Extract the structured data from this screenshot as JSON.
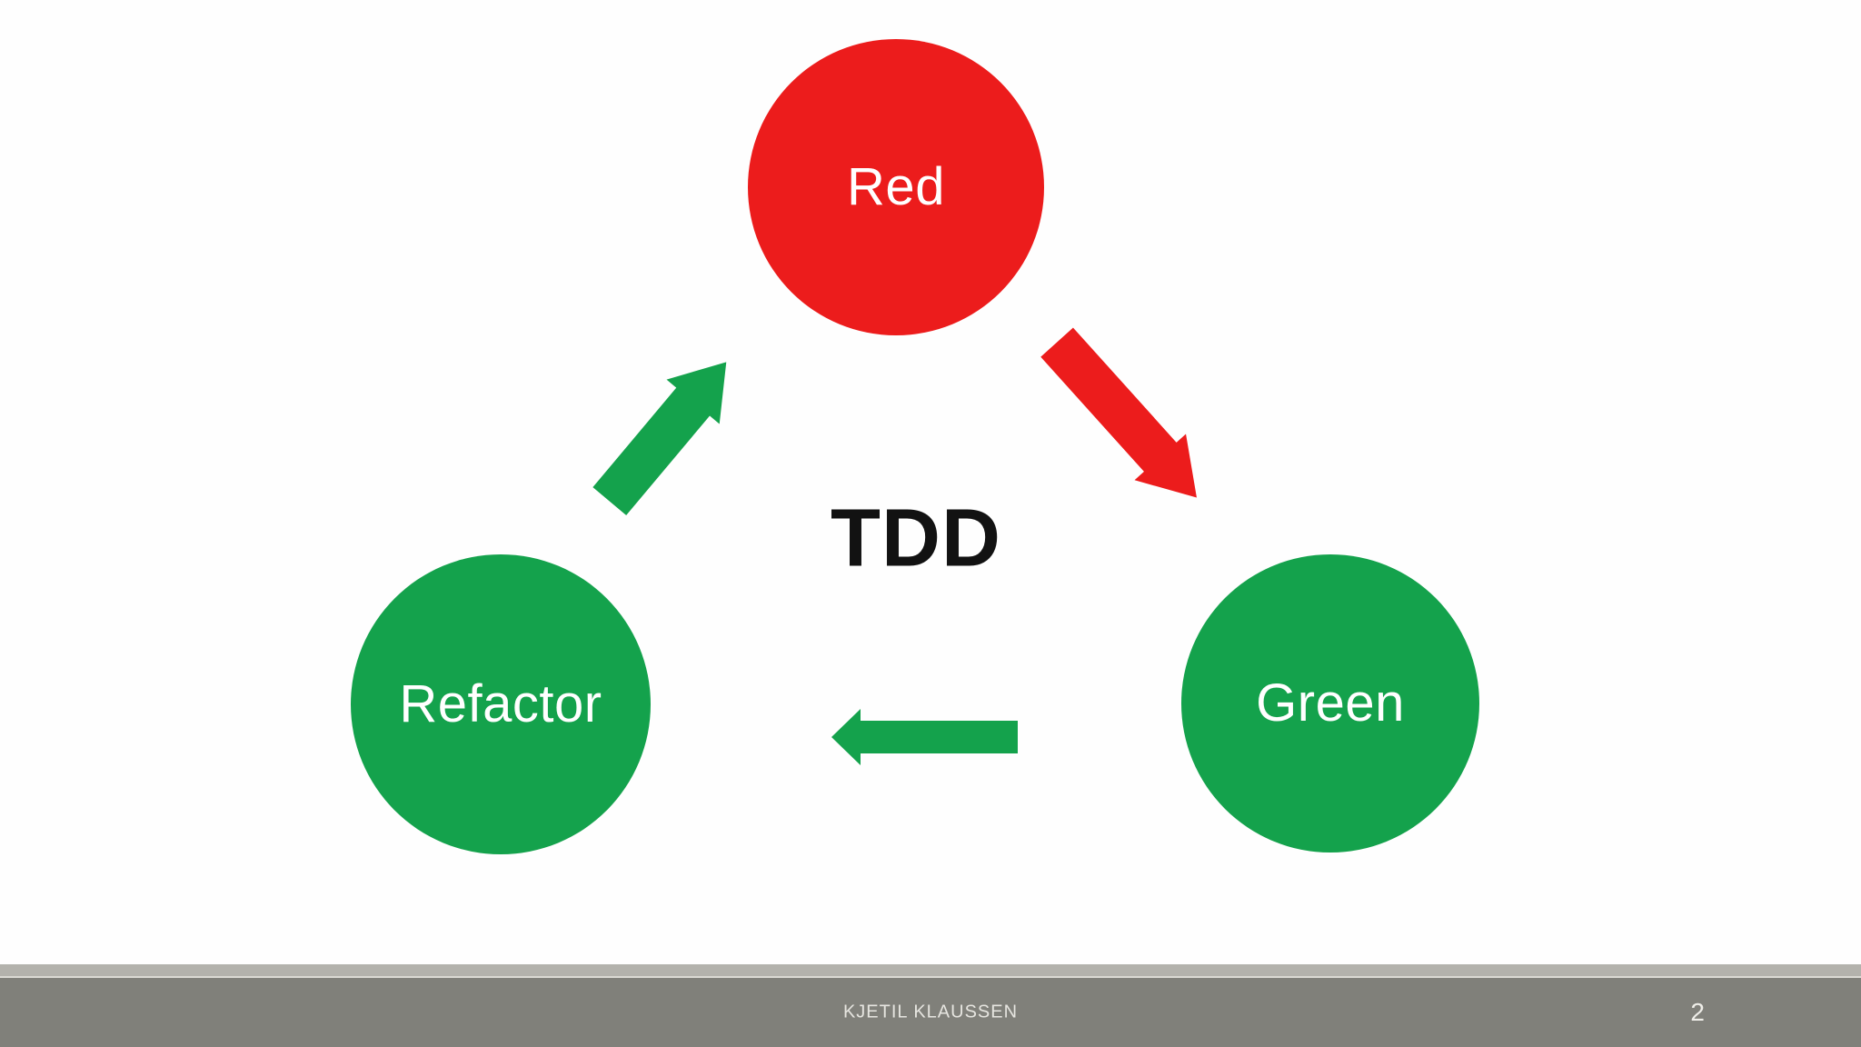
{
  "slide": {
    "background_color": "#fefefe",
    "center_title": "TDD",
    "center_title_color": "#121212",
    "nodes": [
      {
        "id": "red",
        "label": "Red",
        "color": "#ec1c1c",
        "text_color": "#ffffff"
      },
      {
        "id": "green",
        "label": "Green",
        "color": "#14a24c",
        "text_color": "#ffffff"
      },
      {
        "id": "refactor",
        "label": "Refactor",
        "color": "#14a24c",
        "text_color": "#ffffff"
      }
    ],
    "arrows": [
      {
        "id": "refactor-to-red",
        "direction": "up-right",
        "color": "#14a24c"
      },
      {
        "id": "red-to-green",
        "direction": "down-right",
        "color": "#ec1c1c"
      },
      {
        "id": "green-to-refactor",
        "direction": "left",
        "color": "#14a24c"
      }
    ]
  },
  "footer": {
    "author": "KJETIL KLAUSSEN",
    "page_number": "2",
    "bar_color": "#80807a",
    "strip_color": "#b3b2ac",
    "hairline_color": "#dbdad4",
    "text_color": "#e6e5e0"
  }
}
